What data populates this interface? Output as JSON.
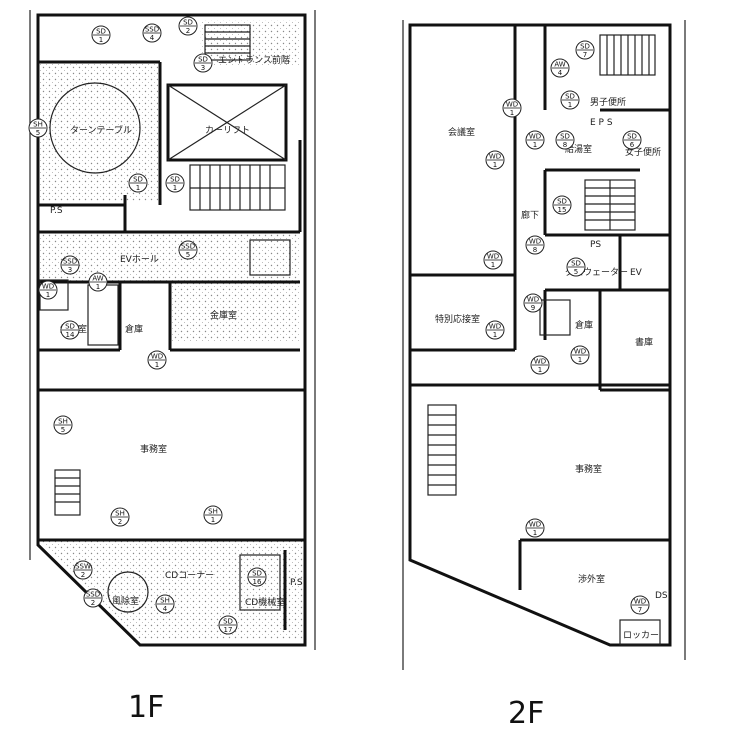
{
  "floors": [
    {
      "id": "1F",
      "caption": "1F",
      "rooms": {
        "turntable": "ターンテーブル",
        "carlift": "カーリフト",
        "entrance": "エントランス前階",
        "ev_hall": "EVホール",
        "kyutoshitsu": "給湯室",
        "souko": "倉庫",
        "kinko": "金庫室",
        "jimushitsu": "事務室",
        "cd_corner": "CDコーナー",
        "cd_booth": "CD機械室",
        "kaze": "風除室",
        "ps": "P.S",
        "ps2": "P.S"
      },
      "tags": [
        {
          "id": "sd1",
          "top": "SD",
          "bottom": "1"
        },
        {
          "id": "ssd4",
          "top": "SSD",
          "bottom": "4"
        },
        {
          "id": "sd2",
          "top": "SD",
          "bottom": "2"
        },
        {
          "id": "sd3",
          "top": "SD",
          "bottom": "3"
        },
        {
          "id": "sh5a",
          "top": "SH",
          "bottom": "5"
        },
        {
          "id": "sd1b",
          "top": "SD",
          "bottom": "1"
        },
        {
          "id": "sd1c",
          "top": "SD",
          "bottom": "1"
        },
        {
          "id": "ssd3",
          "top": "SSD",
          "bottom": "3"
        },
        {
          "id": "ssd5",
          "top": "SSD",
          "bottom": "5"
        },
        {
          "id": "wd1a",
          "top": "WD",
          "bottom": "1"
        },
        {
          "id": "aw1",
          "top": "AW",
          "bottom": "1"
        },
        {
          "id": "sd14",
          "top": "SD",
          "bottom": "14"
        },
        {
          "id": "wd1b",
          "top": "WD",
          "bottom": "1"
        },
        {
          "id": "sh5b",
          "top": "SH",
          "bottom": "5"
        },
        {
          "id": "sh2",
          "top": "SH",
          "bottom": "2"
        },
        {
          "id": "sh1",
          "top": "SH",
          "bottom": "1"
        },
        {
          "id": "ssw2",
          "top": "SSW",
          "bottom": "2"
        },
        {
          "id": "ssd2",
          "top": "SSD",
          "bottom": "2"
        },
        {
          "id": "sh4",
          "top": "SH",
          "bottom": "4"
        },
        {
          "id": "sd16",
          "top": "SD",
          "bottom": "16"
        },
        {
          "id": "sd17",
          "top": "SD",
          "bottom": "17"
        }
      ]
    },
    {
      "id": "2F",
      "caption": "2F",
      "rooms": {
        "kaigishitsu": "会議室",
        "tokubetsu": "特別応接室",
        "rouka": "廊下",
        "kyutoshitsu": "給湯室",
        "danshi": "男子便所",
        "joshi": "女子便所",
        "ps": "PS",
        "dumb": "ダムウェーター",
        "ev": "EV",
        "souko": "倉庫",
        "shoko": "書庫",
        "jimushitsu": "事務室",
        "shogai": "渉外室",
        "eps": "E P S",
        "ds": "DS",
        "room_small": "ロッカー"
      },
      "tags": [
        {
          "id": "aw4",
          "top": "AW",
          "bottom": "4"
        },
        {
          "id": "sd7",
          "top": "SD",
          "bottom": "7"
        },
        {
          "id": "wd1a",
          "top": "WD",
          "bottom": "1"
        },
        {
          "id": "sd1",
          "top": "SD",
          "bottom": "1"
        },
        {
          "id": "sd8",
          "top": "SD",
          "bottom": "8"
        },
        {
          "id": "sd6",
          "top": "SD",
          "bottom": "6"
        },
        {
          "id": "wd1b",
          "top": "WD",
          "bottom": "1"
        },
        {
          "id": "wd1c",
          "top": "WD",
          "bottom": "1"
        },
        {
          "id": "sd15",
          "top": "SD",
          "bottom": "15"
        },
        {
          "id": "wd8",
          "top": "WD",
          "bottom": "8"
        },
        {
          "id": "sd5",
          "top": "SD",
          "bottom": "5"
        },
        {
          "id": "wd9",
          "top": "WD",
          "bottom": "9"
        },
        {
          "id": "wd1d",
          "top": "WD",
          "bottom": "1"
        },
        {
          "id": "wd1e",
          "top": "WD",
          "bottom": "1"
        },
        {
          "id": "wd1f",
          "top": "WD",
          "bottom": "1"
        },
        {
          "id": "wd1g",
          "top": "WD",
          "bottom": "1"
        },
        {
          "id": "wd1h",
          "top": "WD",
          "bottom": "1"
        },
        {
          "id": "wd7",
          "top": "WD",
          "bottom": "7"
        }
      ]
    }
  ]
}
